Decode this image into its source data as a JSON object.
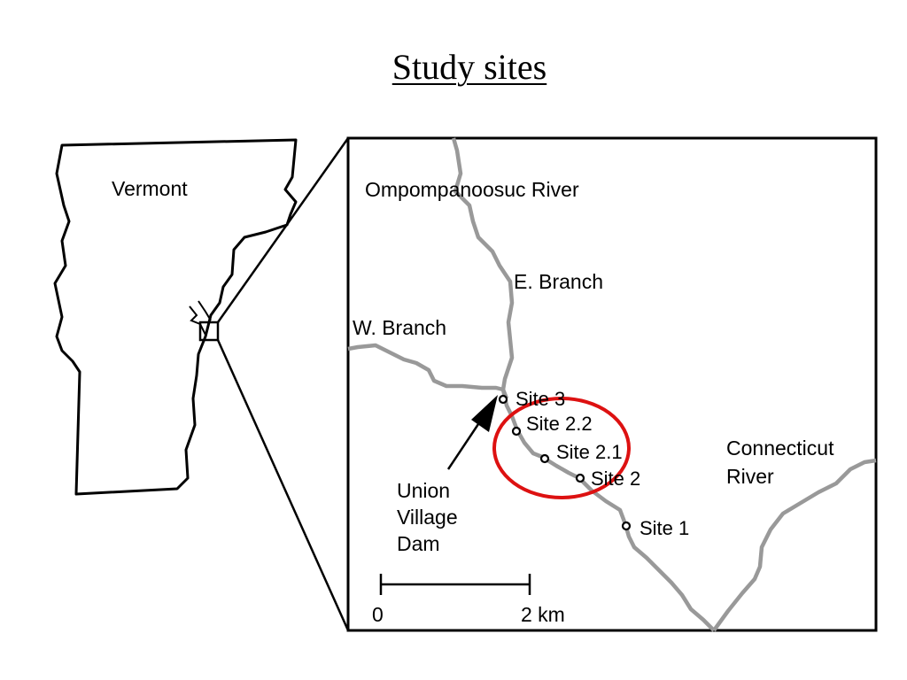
{
  "title": "Study sites",
  "state_label": "Vermont",
  "rivers": {
    "ompompanoosuc": "Ompompanoosuc River",
    "east_branch": "E. Branch",
    "west_branch": "W. Branch",
    "connecticut": [
      "Connecticut",
      "River"
    ]
  },
  "dam_label": [
    "Union",
    "Village",
    "Dam"
  ],
  "sites": [
    {
      "name": "Site 3"
    },
    {
      "name": "Site 2.2"
    },
    {
      "name": "Site 2.1"
    },
    {
      "name": "Site 2"
    },
    {
      "name": "Site 1"
    }
  ],
  "scale_bar": {
    "start": "0",
    "end": "2 km"
  },
  "colors": {
    "river": "#999999",
    "highlight": "#dd1111",
    "outline": "#000000"
  }
}
